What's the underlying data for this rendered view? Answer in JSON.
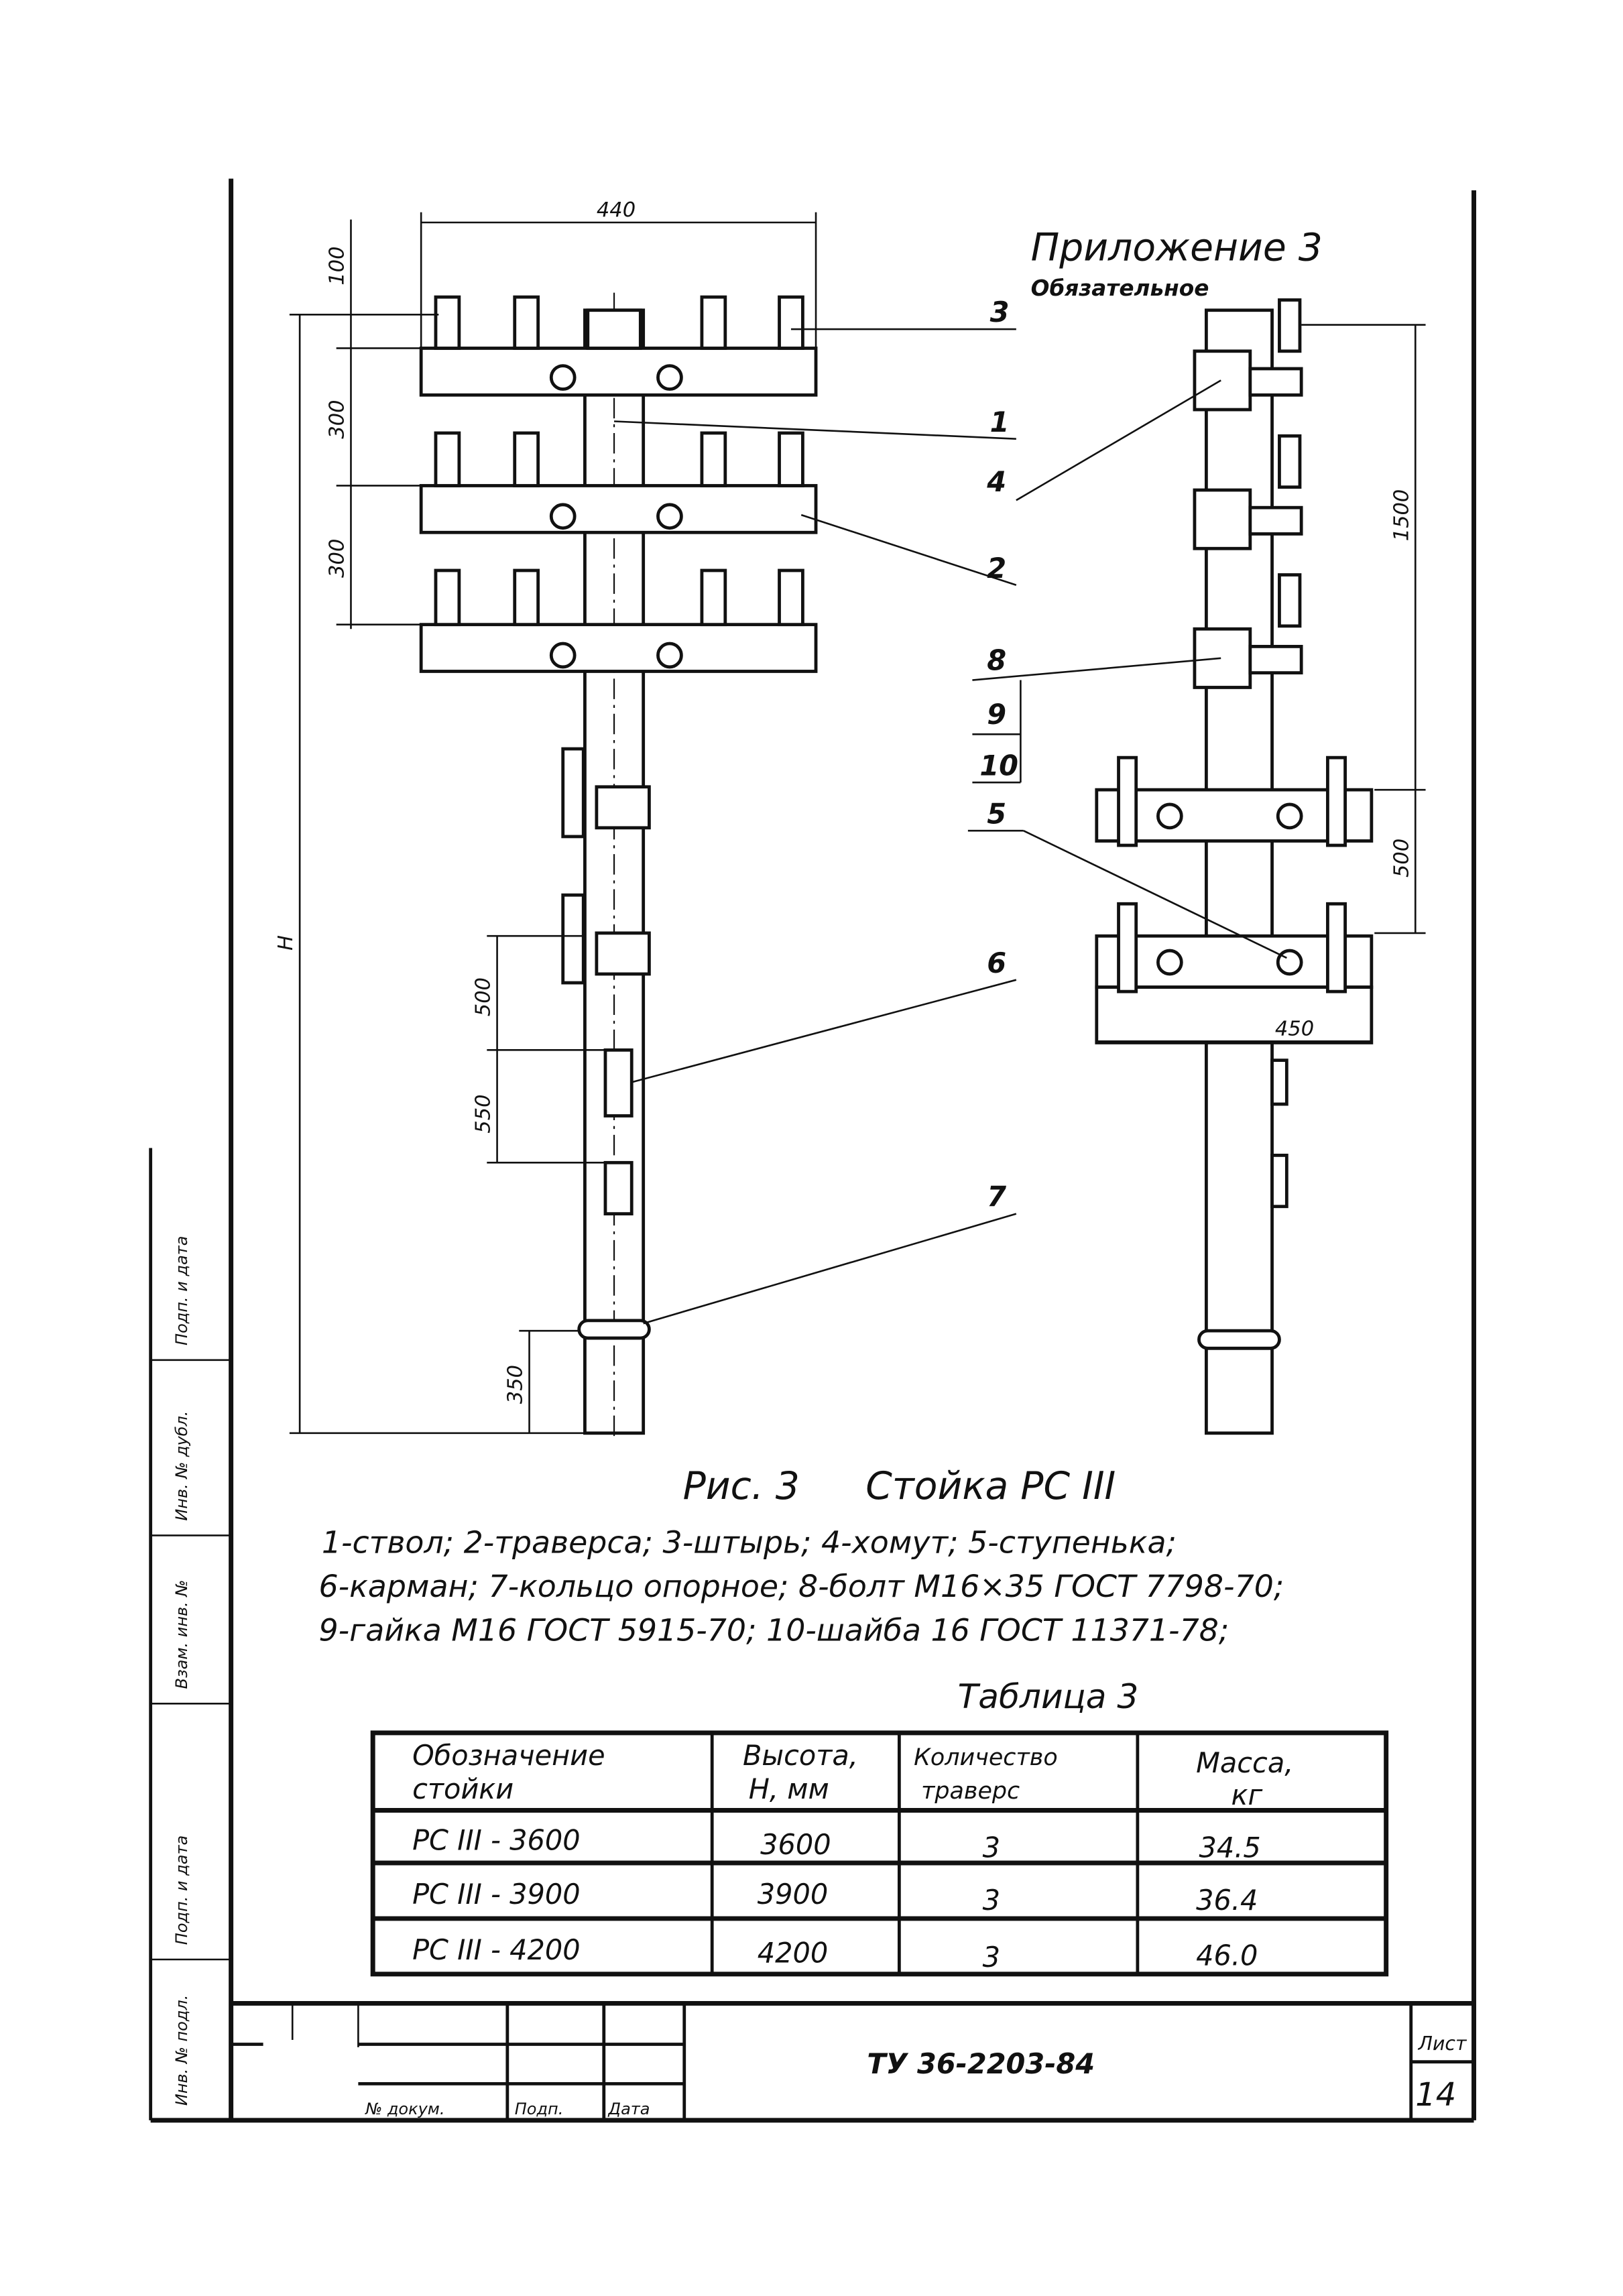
{
  "header": {
    "appendix": "Приложение 3",
    "appendix_note": "Обязательное"
  },
  "figure": {
    "caption_number": "Рис. 3",
    "caption_title": "Стойка РС III",
    "dimensions": {
      "width_top": "440",
      "d100": "100",
      "d300a": "300",
      "d300b": "300",
      "H": "H",
      "d500_left": "500",
      "d550": "550",
      "d350": "350",
      "d1500": "1500",
      "d500_right": "500",
      "d450": "450"
    },
    "callouts": [
      "1",
      "2",
      "3",
      "4",
      "5",
      "6",
      "7",
      "8",
      "9",
      "10"
    ]
  },
  "legend": {
    "line1": "1-ствол; 2-траверса; 3-штырь; 4-хомут; 5-ступенька;",
    "line2": "6-карман; 7-кольцо опорное; 8-болт М16×35 ГОСТ 7798-70;",
    "line3": "9-гайка М16 ГОСТ 5915-70; 10-шайба 16 ГОСТ 11371-78;"
  },
  "table": {
    "title": "Таблица 3",
    "headers": [
      [
        "Обозначение",
        "стойки"
      ],
      [
        "Высота,",
        "H, мм"
      ],
      [
        "Количество",
        "траверс"
      ],
      [
        "Масса,",
        "кг"
      ]
    ],
    "rows": [
      [
        "РС III - 3600",
        "3600",
        "3",
        "34.5"
      ],
      [
        "РС III - 3900",
        "3900",
        "3",
        "36.4"
      ],
      [
        "РС III - 4200",
        "4200",
        "3",
        "46.0"
      ]
    ]
  },
  "title_block": {
    "doc_number": "ТУ 36-2203-84",
    "sheet_label": "Лист",
    "sheet_number": "14",
    "col_doc": "№ докум.",
    "col_sign": "Подп.",
    "col_date": "Дата"
  },
  "side_strip": [
    "Инв. № подл.",
    "Подп. и дата",
    "Взам. инв. №",
    "Инв. № дубл.",
    "Подп. и дата"
  ]
}
